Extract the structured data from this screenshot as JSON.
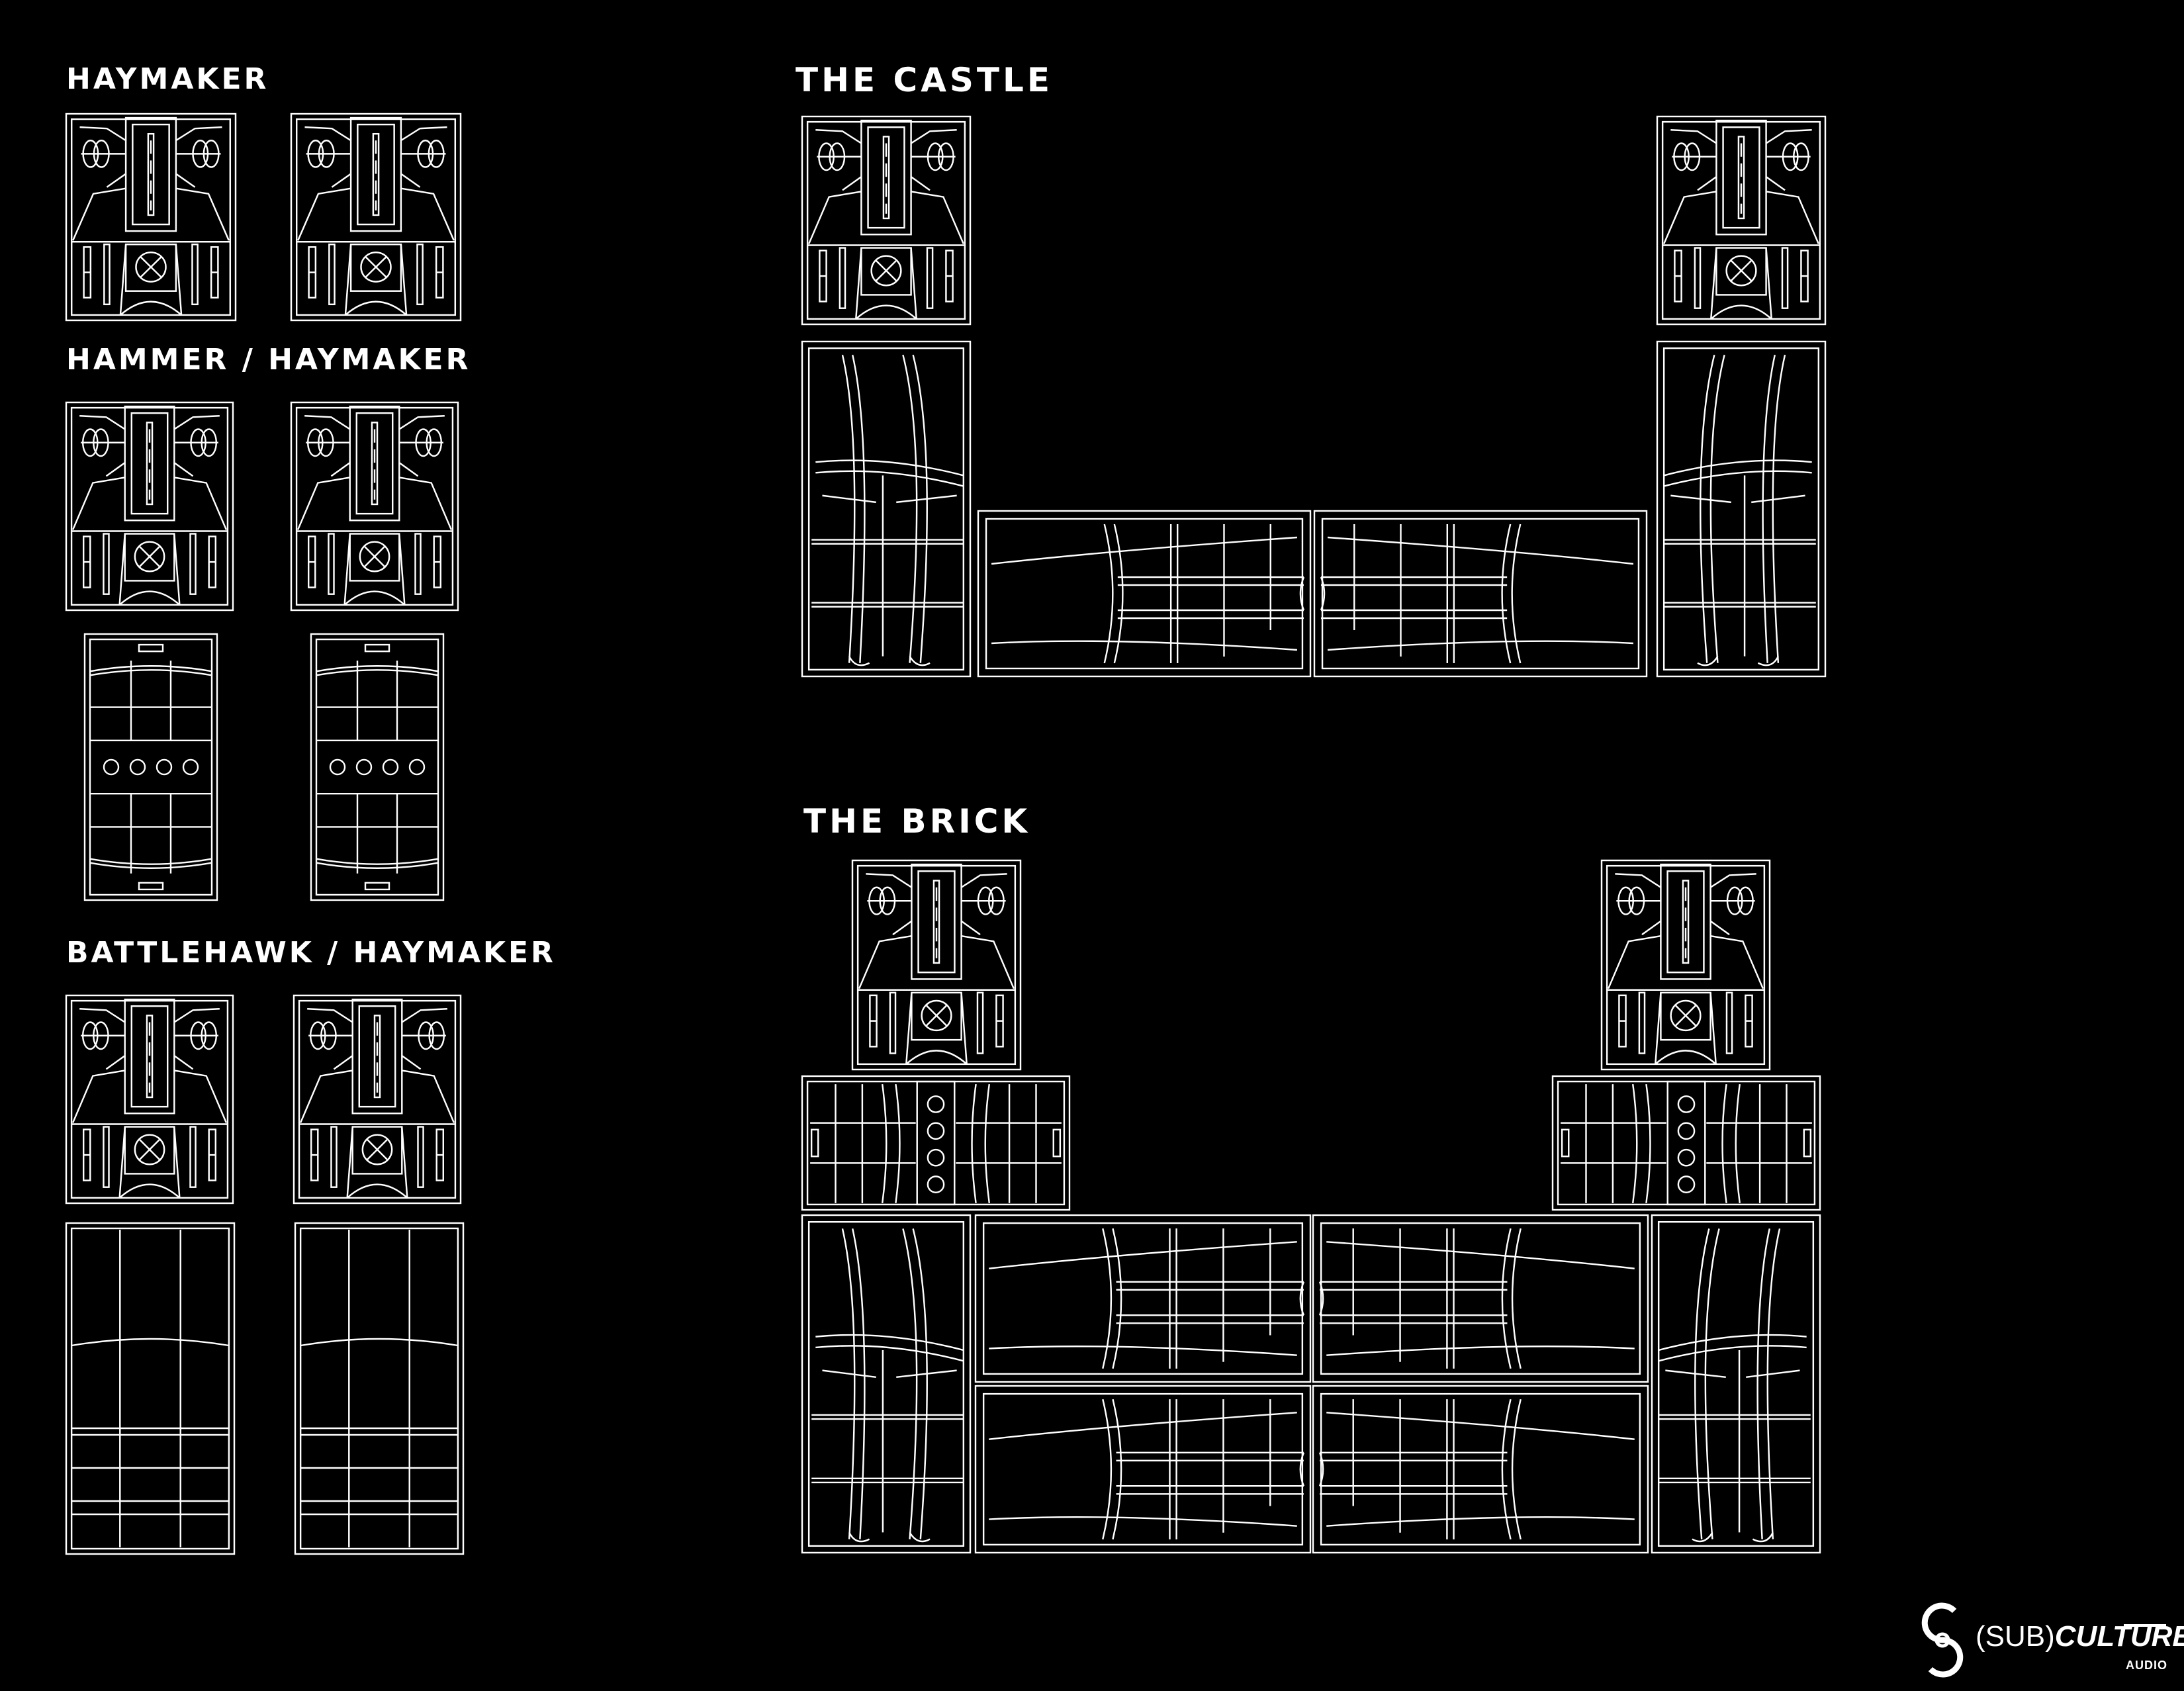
{
  "headings": {
    "haymaker": "HAYMAKER",
    "hammer_haymaker": "HAMMER / HAYMAKER",
    "battlehawk_haymaker": "BATTLEHAWK / HAYMAKER",
    "castle": "THE CASTLE",
    "brick": "THE BRICK"
  },
  "logo": {
    "brand_open": "(SUB)",
    "brand_bold": "CULTURE",
    "sub": "AUDIO"
  },
  "colors": {
    "background": "#000000",
    "line": "#ffffff"
  }
}
